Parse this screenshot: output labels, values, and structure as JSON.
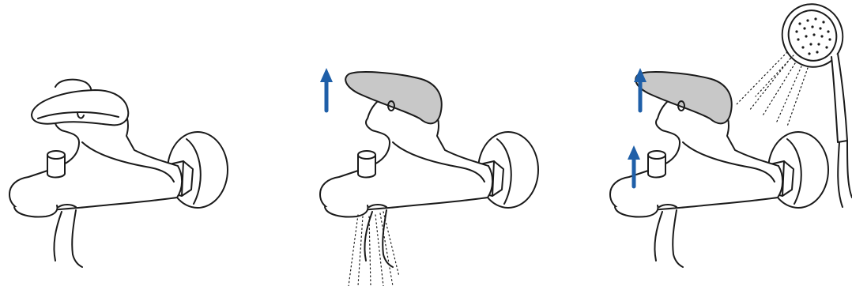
{
  "figure": {
    "panels": [
      {
        "id": "off",
        "lever_state": "closed",
        "spout_flow": false,
        "shower_flow": false,
        "diverter_arrow": false,
        "lever_arrow": false
      },
      {
        "id": "spout",
        "lever_state": "open",
        "spout_flow": true,
        "shower_flow": false,
        "diverter_arrow": false,
        "lever_arrow": true
      },
      {
        "id": "shower",
        "lever_state": "open",
        "spout_flow": false,
        "shower_flow": true,
        "diverter_arrow": true,
        "lever_arrow": true
      }
    ],
    "colors": {
      "outline": "#1a1a1a",
      "lever_highlight": "#c8c8c8",
      "arrow": "#1f5fa8",
      "background": "#ffffff"
    },
    "icons": [
      "mixer-faucet-icon",
      "up-arrow-icon",
      "hand-shower-icon",
      "water-spray-icon"
    ]
  }
}
